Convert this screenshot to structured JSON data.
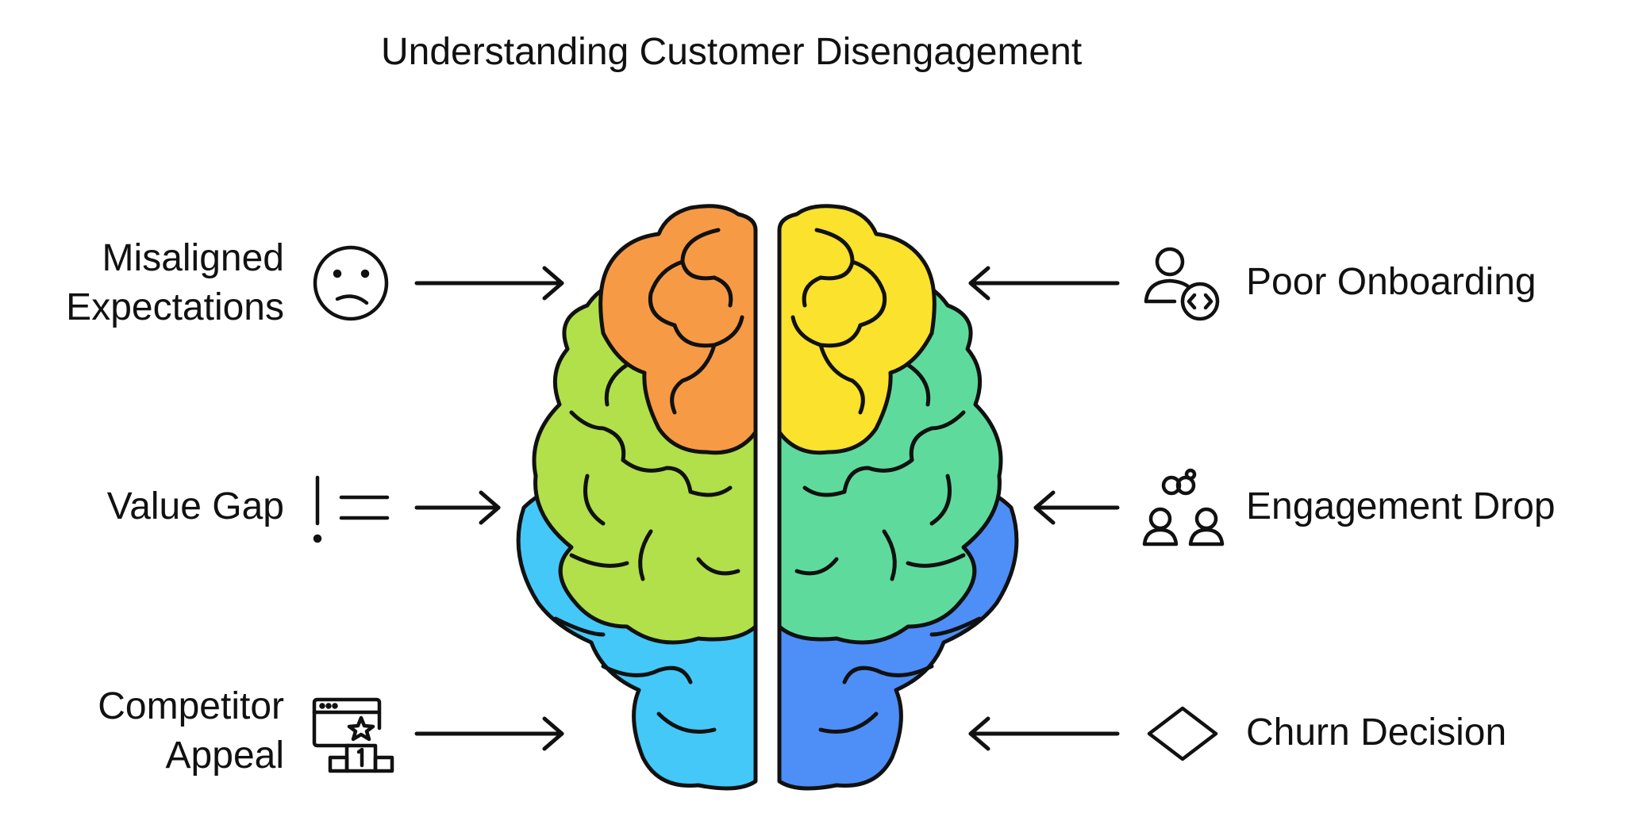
{
  "title": "Understanding Customer Disengagement",
  "left_factors": [
    {
      "label_line1": "Misaligned",
      "label_line2": "Expectations",
      "icon": "confused-face-icon"
    },
    {
      "label_line1": "Value Gap",
      "label_line2": "",
      "icon": "exclamation-equals-icon"
    },
    {
      "label_line1": "Competitor",
      "label_line2": "Appeal",
      "icon": "award-podium-icon"
    }
  ],
  "right_factors": [
    {
      "label": "Poor Onboarding",
      "icon": "user-code-icon"
    },
    {
      "label": "Engagement Drop",
      "icon": "users-link-icon"
    },
    {
      "label": "Churn Decision",
      "icon": "diamond-icon"
    }
  ],
  "brain_regions": {
    "frontal_left": "#F79A45",
    "frontal_right": "#FAE22D",
    "middle_left": "#B1E04A",
    "middle_right": "#5EDB9C",
    "lower_left": "#44C8F8",
    "lower_right": "#4E8EF7"
  }
}
